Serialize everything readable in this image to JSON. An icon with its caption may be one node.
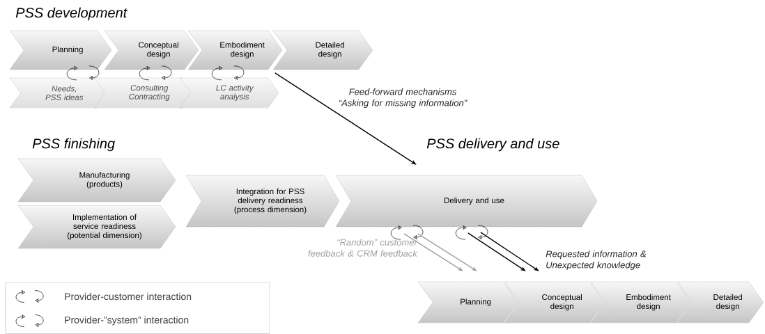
{
  "diagram": {
    "nodes": [
      {
        "text": [
          "Planning"
        ]
      },
      {
        "text": [
          "Conceptual design"
        ]
      },
      {
        "text": [
          "Embodiment design"
        ]
      },
      {
        "text": [
          "Detailed design"
        ]
      },
      {
        "text": [
          "Needs, PSS ideas"
        ]
      },
      {
        "text": [
          "Consulting Contracting"
        ]
      },
      {
        "text": [
          "LC activity analysis"
        ]
      },
      {
        "text": [
          "Manufacturing (products)"
        ]
      },
      {
        "text": [
          "Implementation of service readiness (potential dimension)"
        ]
      },
      {
        "text": [
          "Integration for PSS delivery readiness (process dimension)"
        ]
      },
      {
        "text": [
          "Delivery and use"
        ]
      },
      {
        "text": [
          "Planning"
        ]
      },
      {
        "text": [
          "Conceptual design"
        ]
      },
      {
        "text": [
          "Embodiment design"
        ]
      },
      {
        "text": [
          "Detailed design"
        ]
      }
    ],
    "edges": [
      {
        "from": 3,
        "to": 10,
        "arrow": "to",
        "label": "Feed-forward mechanisms “Asking for missing information”"
      },
      {
        "from": 10,
        "to": 11,
        "arrow": "to",
        "color": "#a0a0a0",
        "label": "“Random” customer feedback & CRM feedback"
      },
      {
        "from": 10,
        "to": 11,
        "arrow": "to",
        "color": "#a0a0a0"
      },
      {
        "from": 10,
        "to": 12,
        "arrow": "to"
      },
      {
        "from": 10,
        "to": 12,
        "arrow": "to",
        "label": "Requested information & Unexpected knowledge"
      },
      {
        "from": 4,
        "to": 0,
        "arrow": "to"
      },
      {
        "from": 0,
        "to": 4,
        "arrow": "to"
      },
      {
        "from": 5,
        "to": 1,
        "arrow": "to"
      },
      {
        "from": 1,
        "to": 5,
        "arrow": "to"
      },
      {
        "from": 6,
        "to": 2,
        "arrow": "to"
      },
      {
        "from": 2,
        "to": 6,
        "arrow": "to"
      }
    ],
    "labels": [
      "PSS development",
      "PSS finishing",
      "PSS delivery and use"
    ],
    "legend": [
      {
        "text": "Provider-customer interaction"
      },
      {
        "text": "Provider-”system” interaction"
      }
    ]
  }
}
